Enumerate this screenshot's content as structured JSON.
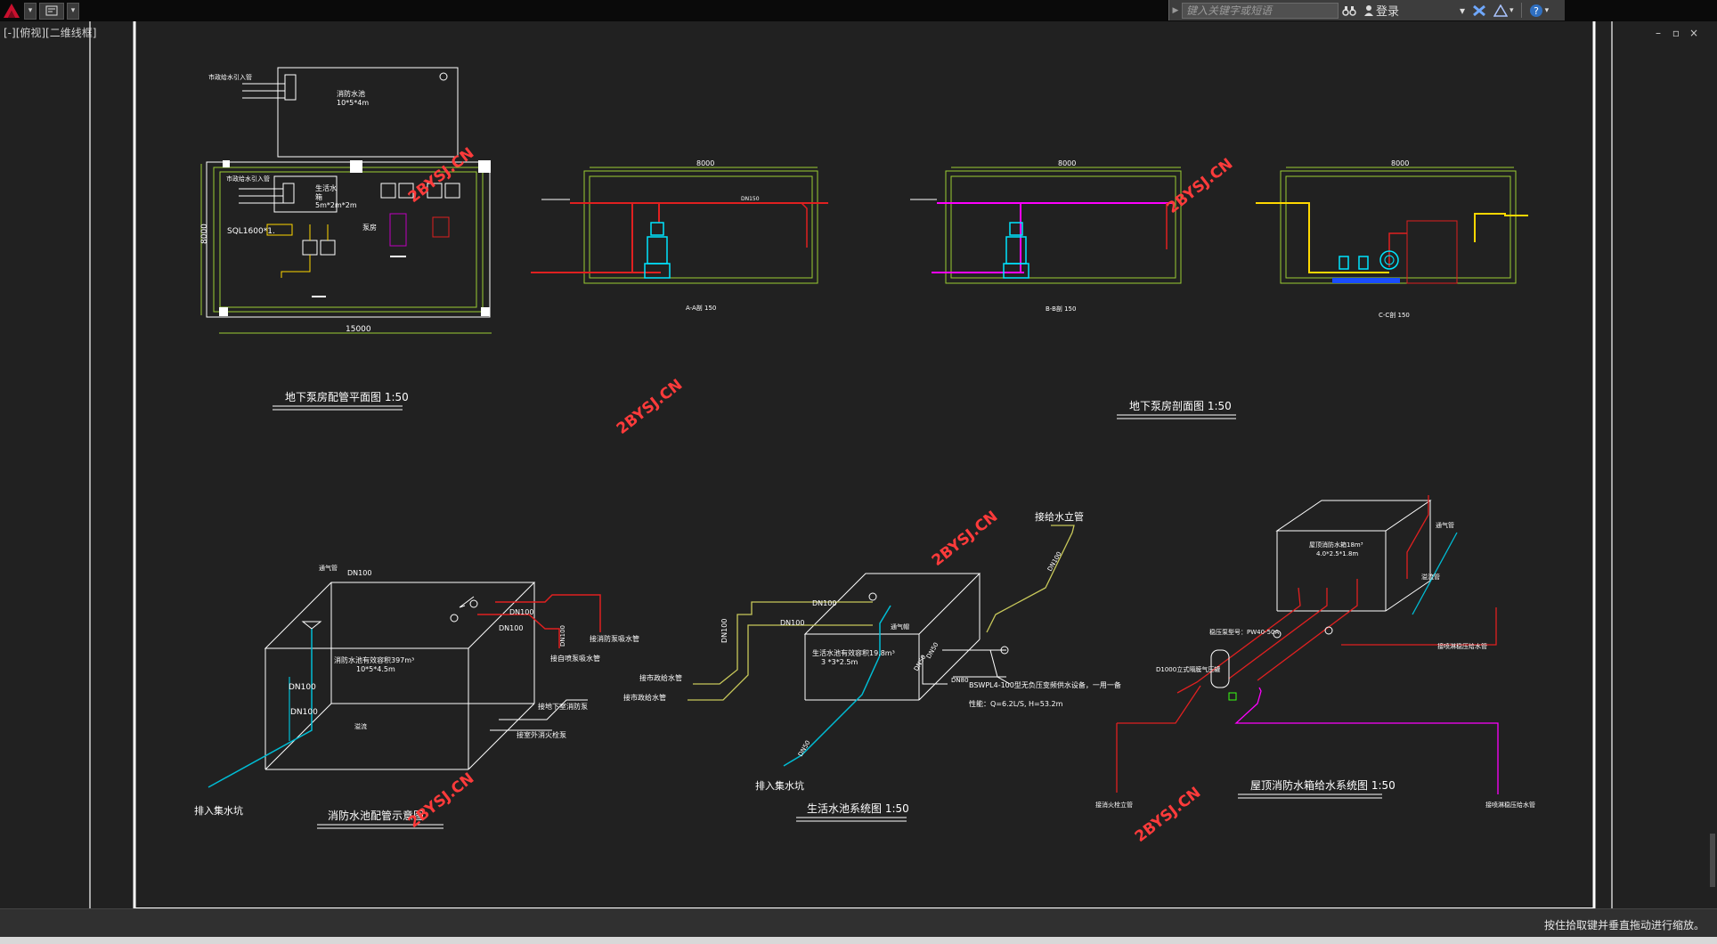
{
  "app": {
    "logo_icon": "autocad-a-logo",
    "quick_access_icon": "workspace-icon",
    "quick_access_dropdown": "▾"
  },
  "infocenter": {
    "search_placeholder": "键入关键字或短语",
    "login_label": "登录"
  },
  "viewport_label": "[-][俯视][二维线框]",
  "window_controls": {
    "minimize": "–",
    "restore": "▫",
    "close": "×"
  },
  "drawing": {
    "watermark": "2BYSJ.CN",
    "plan": {
      "title": "地下泵房配管平面图  1:50",
      "dim_width": "15000",
      "dim_height": "8000",
      "inlet_top": "市政给水引入管",
      "inlet_mid": "市政给水引入管",
      "tank_top": "消防水池",
      "tank_top_size": "10*5*4m",
      "tank_mid": "生活水",
      "tank_mid_sub": "箱",
      "tank_mid_size": "5m*2m*2m",
      "tag_sql": "SQL1600*1.",
      "room_label": "泵房"
    },
    "sections": {
      "title": "地下泵房剖面图  1:50",
      "a_label": "A-A剖     150",
      "b_label": "B-B剖     150",
      "c_label": "C-C剖     150",
      "dim": "8000",
      "a_pipe_tag": "DN150"
    },
    "fire_pool": {
      "title": "消防水池配管示意图",
      "dn100_a": "DN100",
      "dn100_b": "DN100",
      "dn100_c": "DN100",
      "dn100_d": "DN100",
      "dn100_e": "DN100",
      "dn100_f": "DN100",
      "volume": "消防水池有效容积397m³",
      "size": "10*5*4.5m",
      "drain": "排入集水坑",
      "lbl_to_pump": "接消防泵吸水管",
      "lbl_sprinkler": "接自喷泵吸水管",
      "lbl_underground": "接地下室消防泵",
      "lbl_hydrant": "接室外消火栓泵",
      "lbl_vent": "通气管",
      "lbl_overflow": "溢流"
    },
    "domestic": {
      "title": "生活水池系统图  1:50",
      "riser": "接给水立管",
      "dn100": "DN100",
      "dn100_b": "DN100",
      "dn100_v": "DN100",
      "dn100_diag": "DN100",
      "dn50": "DN50",
      "dn50_b": "DN50",
      "dn50_c": "DN50",
      "dn80": "DN80",
      "volume": "生活水池有效容积19.8m³",
      "size": "3 *3*2.5m",
      "inlet1": "接市政给水管",
      "inlet2": "接市政给水管",
      "pump": "BSWPL4-100型无负压变频供水设备，一用一备",
      "pump_spec": "性能：Q=6.2L/S, H=53.2m",
      "drain": "排入集水坑",
      "vent": "通气帽"
    },
    "roof": {
      "title": "屋顶消防水箱给水系统图  1:50",
      "volume": "屋顶消防水箱18m³",
      "size": "4.0*2.5*1.8m",
      "pump": "稳压泵型号：PW40-50A",
      "tank": "D1000立式隔膜气压罐",
      "riser": "接消火栓立管",
      "outlet_right": "接喷淋稳压给水管",
      "outlet_bottom": "接喷淋稳压给水管",
      "vent": "通气管",
      "overflow": "溢流管"
    }
  },
  "status": {
    "text": "按住拾取键并垂直拖动进行缩放。"
  }
}
